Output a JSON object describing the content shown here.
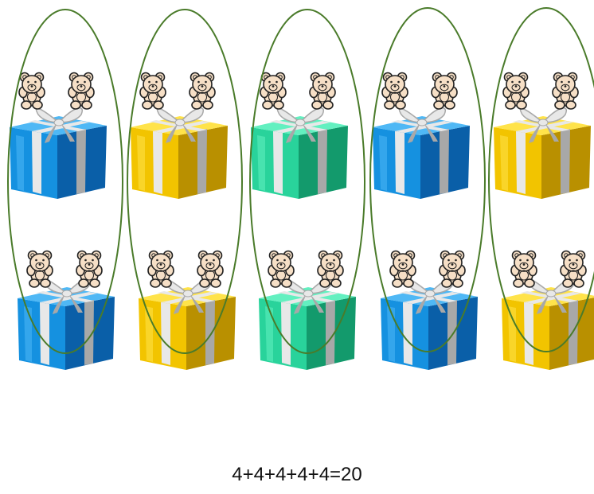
{
  "equation": "4+4+4+4+4=20",
  "group_size": 4,
  "bears_per_gift": 2,
  "columns": [
    {
      "gift_color": "blue"
    },
    {
      "gift_color": "yellow"
    },
    {
      "gift_color": "green"
    },
    {
      "gift_color": "blue"
    },
    {
      "gift_color": "yellow"
    }
  ],
  "rows_of_gifts": 2,
  "colors": {
    "blue": {
      "base": "#1591e0",
      "light": "#4fb8f5",
      "dark": "#0a5fa8"
    },
    "yellow": {
      "base": "#f2c400",
      "light": "#ffe34a",
      "dark": "#b99000"
    },
    "green": {
      "base": "#29d39b",
      "light": "#63f0c0",
      "dark": "#139a6c"
    },
    "ribbon": "#e8e8e8",
    "ribbon_shadow": "#a8a8a8",
    "bear_fill": "#f6dfc6",
    "bear_stroke": "#222222",
    "ellipse_stroke": "#4a7b2a"
  }
}
